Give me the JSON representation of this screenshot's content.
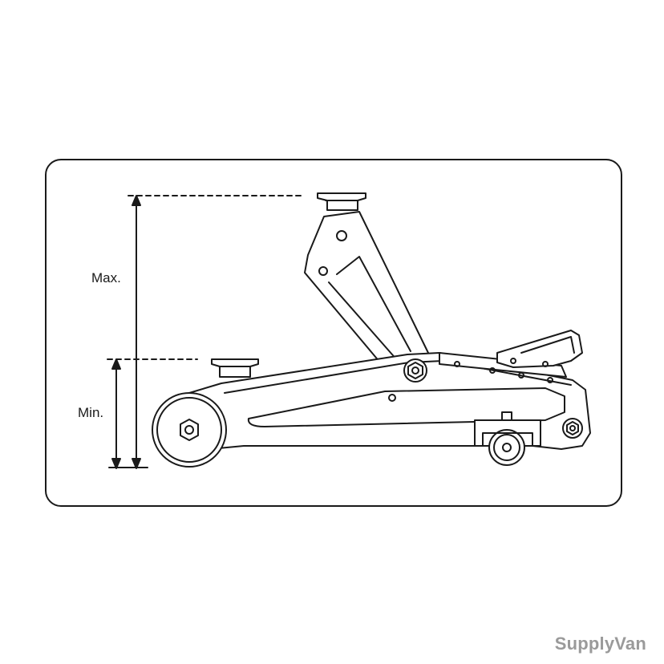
{
  "diagram": {
    "max_label": "Max.",
    "min_label": "Min.",
    "line_color": "#1a1a1a",
    "background": "#ffffff"
  },
  "watermark": {
    "text": "SupplyVan",
    "color": "#9a9a9a"
  }
}
